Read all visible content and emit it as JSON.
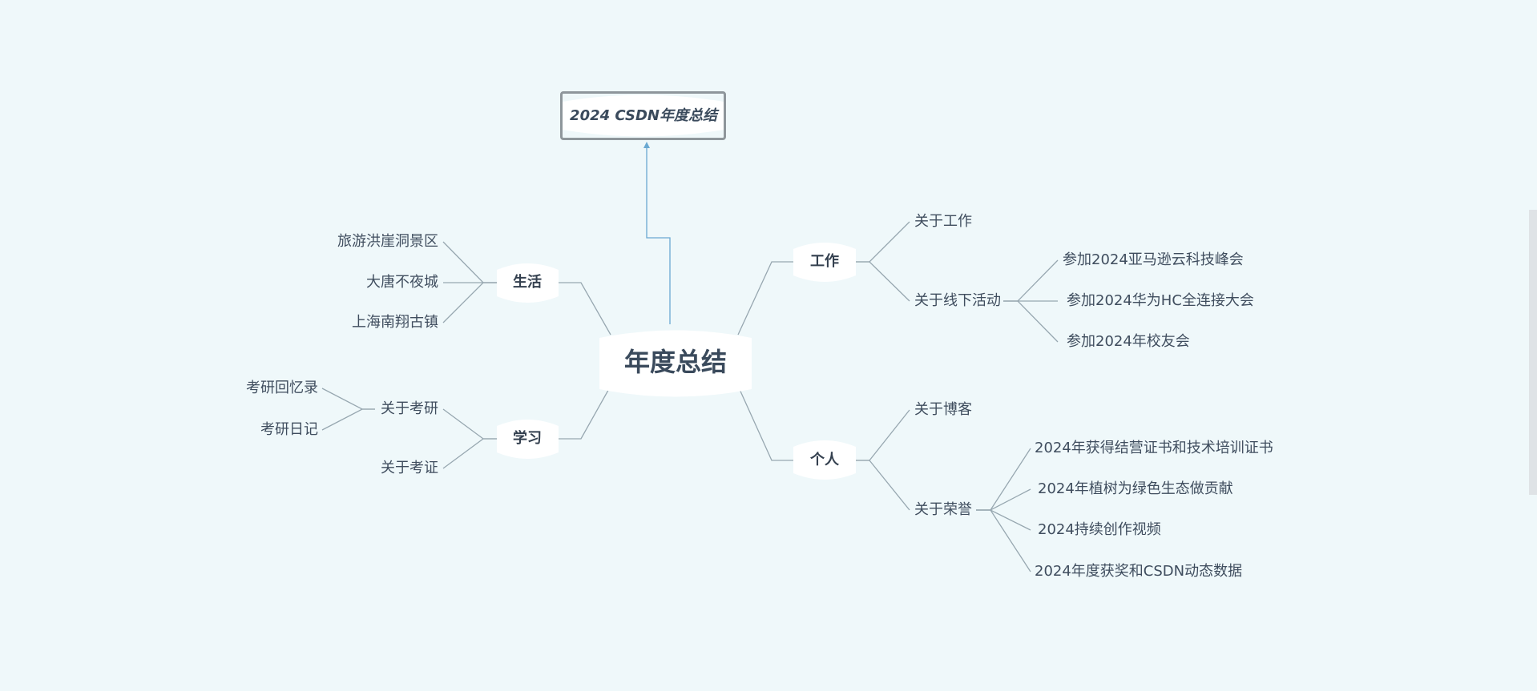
{
  "colors": {
    "background": "#eff8fa",
    "connector": "#97a7b0",
    "summary_arrow": "#6aa9d2",
    "node_fill": "#ffffff",
    "text": "#3f4d5e"
  },
  "mindmap": {
    "center": {
      "label": "年度总结"
    },
    "floating_topic": {
      "label": "2024 CSDN年度总结"
    },
    "branches": {
      "work": {
        "label": "工作",
        "children": [
          {
            "label": "关于工作",
            "children": []
          },
          {
            "label": "关于线下活动",
            "children": [
              {
                "label": "参加2024亚马逊云科技峰会"
              },
              {
                "label": "参加2024华为HC全连接大会"
              },
              {
                "label": "参加2024年校友会"
              }
            ]
          }
        ]
      },
      "personal": {
        "label": "个人",
        "children": [
          {
            "label": "关于博客",
            "children": []
          },
          {
            "label": "关于荣誉",
            "children": [
              {
                "label": "2024年获得结营证书和技术培训证书"
              },
              {
                "label": "2024年植树为绿色生态做贡献"
              },
              {
                "label": "2024持续创作视频"
              },
              {
                "label": "2024年度获奖和CSDN动态数据"
              }
            ]
          }
        ]
      },
      "life": {
        "label": "生活",
        "children": [
          {
            "label": "旅游洪崖洞景区"
          },
          {
            "label": "大唐不夜城"
          },
          {
            "label": "上海南翔古镇"
          }
        ]
      },
      "study": {
        "label": "学习",
        "children": [
          {
            "label": "关于考研",
            "children": [
              {
                "label": "考研回忆录"
              },
              {
                "label": "考研日记"
              }
            ]
          },
          {
            "label": "关于考证",
            "children": []
          }
        ]
      }
    }
  }
}
